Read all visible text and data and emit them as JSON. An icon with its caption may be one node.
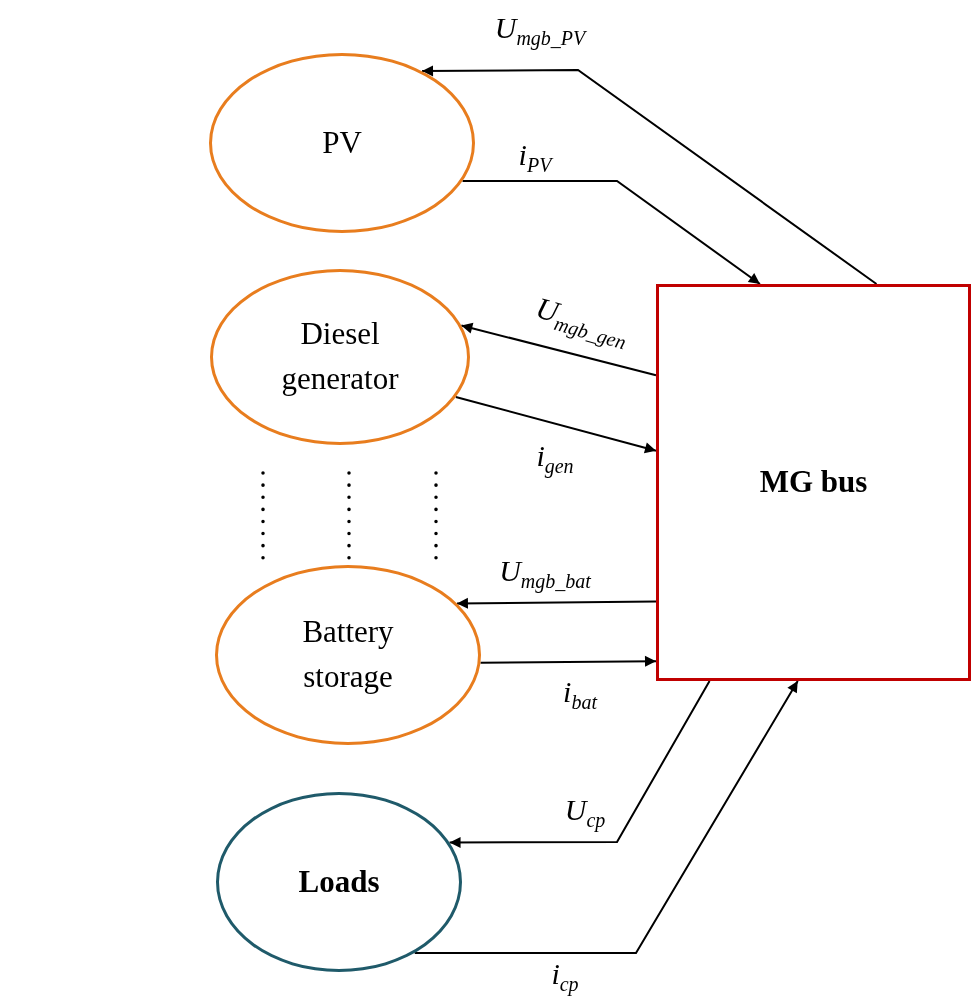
{
  "diagram": {
    "nodes": [
      {
        "text": [
          "PV"
        ]
      },
      {
        "text": [
          "Diesel generator"
        ]
      },
      {
        "text": [
          "Battery storage"
        ]
      },
      {
        "text": [
          "Loads"
        ]
      },
      {
        "text": [
          "MG bus"
        ]
      }
    ],
    "edges": [
      {
        "from": 4,
        "to": 0,
        "arrow": "to",
        "label": "U$_{mgb_PV}$"
      },
      {
        "from": 0,
        "to": 4,
        "arrow": "to",
        "label": "i$_{PV}$"
      },
      {
        "from": 4,
        "to": 1,
        "arrow": "to",
        "label": "U$_{mgb_gen}$"
      },
      {
        "from": 1,
        "to": 4,
        "arrow": "to",
        "label": "i$_{gen}$"
      },
      {
        "from": 4,
        "to": 2,
        "arrow": "to",
        "label": "U$_{mgb_bat}$"
      },
      {
        "from": 2,
        "to": 4,
        "arrow": "to",
        "label": "i$_{bat}$"
      },
      {
        "from": 4,
        "to": 3,
        "arrow": "to",
        "label": "U$_{cp}$"
      },
      {
        "from": 3,
        "to": 4,
        "arrow": "to",
        "label": "i$_{cp}$"
      }
    ]
  }
}
